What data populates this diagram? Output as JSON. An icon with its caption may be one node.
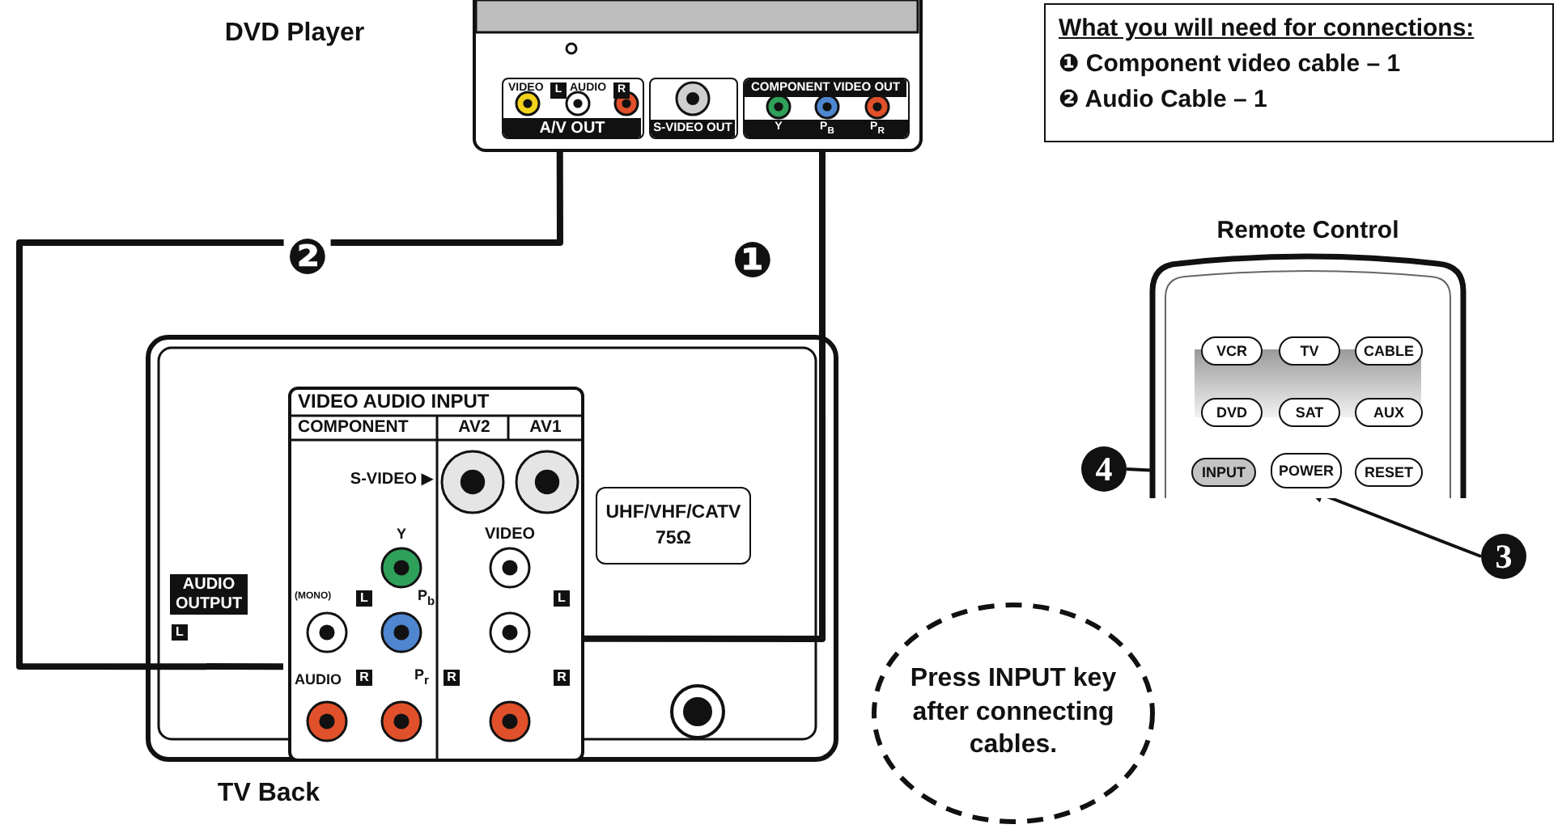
{
  "diagram": {
    "nodes": [
      {
        "text": [
          "DVD Player"
        ]
      },
      {
        "text": [
          "VIDEO",
          "L",
          "AUDIO",
          "R",
          "A/V OUT"
        ],
        "in": 0
      },
      {
        "text": [
          "S-VIDEO OUT"
        ],
        "in": 0
      },
      {
        "text": [
          "COMPONENT VIDEO OUT",
          "Y",
          "P$_{B}$",
          "P$_{R}$"
        ],
        "in": 0
      },
      {
        "text": [
          "What you will need for connections:",
          "❶ Component video cable – 1",
          "❷ Audio Cable – 1"
        ]
      },
      {
        "text": [
          "Remote Control"
        ]
      },
      {
        "text": [
          "VCR"
        ],
        "in": 5
      },
      {
        "text": [
          "TV"
        ],
        "in": 5
      },
      {
        "text": [
          "CABLE"
        ],
        "in": 5
      },
      {
        "text": [
          "DVD"
        ],
        "in": 5
      },
      {
        "text": [
          "SAT"
        ],
        "in": 5
      },
      {
        "text": [
          "AUX"
        ],
        "in": 5
      },
      {
        "text": [
          "INPUT"
        ],
        "in": 5
      },
      {
        "text": [
          "POWER"
        ],
        "in": 5
      },
      {
        "text": [
          "RESET"
        ],
        "in": 5
      },
      {
        "text": [
          "4"
        ]
      },
      {
        "text": [
          "3"
        ]
      },
      {
        "text": [
          "TV Back"
        ]
      },
      {
        "text": [
          "VIDEO AUDIO INPUT",
          "COMPONENT",
          "AV2",
          "AV1",
          "S-VIDEO ▶",
          "Y",
          "VIDEO",
          "(MONO)",
          "L",
          "P$_{b}$",
          "L",
          "AUDIO",
          "R",
          "P$_{r}$",
          "R",
          "R"
        ],
        "in": 17
      },
      {
        "text": [
          "AUDIO OUTPUT",
          "L"
        ],
        "in": 17
      },
      {
        "text": [
          "UHF/VHF/CATV 75Ω"
        ],
        "in": 17
      },
      {
        "text": [
          "Press INPUT key after connecting cables."
        ]
      }
    ],
    "edges": [
      {
        "from": 1,
        "to": 18,
        "arrow": "none",
        "label": "❷",
        "style": "thick"
      },
      {
        "from": 3,
        "to": 18,
        "arrow": "none",
        "label": "❶",
        "style": "thick"
      },
      {
        "from": 15,
        "to": 12,
        "arrow": "to"
      },
      {
        "from": 16,
        "to": 13,
        "arrow": "to"
      }
    ]
  }
}
